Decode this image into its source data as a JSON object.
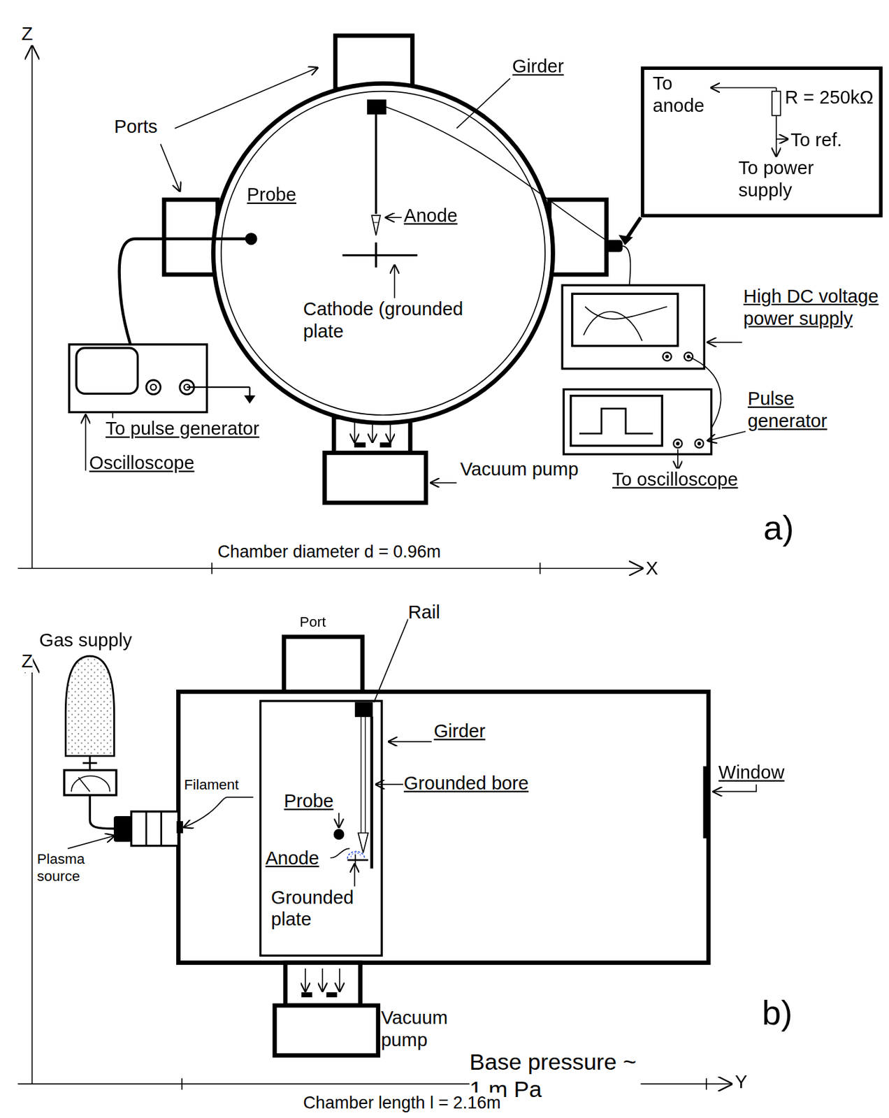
{
  "diagram": {
    "nodes": [
      {
        "text": [
          "To anode",
          "R = 250kΩ",
          "To ref.",
          "To power supply"
        ]
      }
    ],
    "labels": [
      "Z",
      "X",
      "Ports",
      "Girder",
      "Probe",
      "Anode",
      "Cathode (grounded plate",
      "High DC voltage power supply",
      "Pulse generator",
      "To pulse generator",
      "Oscilloscope",
      "Vacuum pump",
      "To oscilloscope",
      "Chamber diameter d = 0.96m",
      "a)",
      "Z",
      "Gas supply",
      "Port",
      "Rail",
      "Girder",
      "Filament",
      "Probe",
      "Grounded bore",
      "Window",
      "Anode",
      "Grounded plate",
      "Plasma source",
      "Vacuum pump",
      "Base pressure ~ 1 m Pa",
      "Y",
      "Chamber length l = 2.16m",
      "b)"
    ]
  }
}
